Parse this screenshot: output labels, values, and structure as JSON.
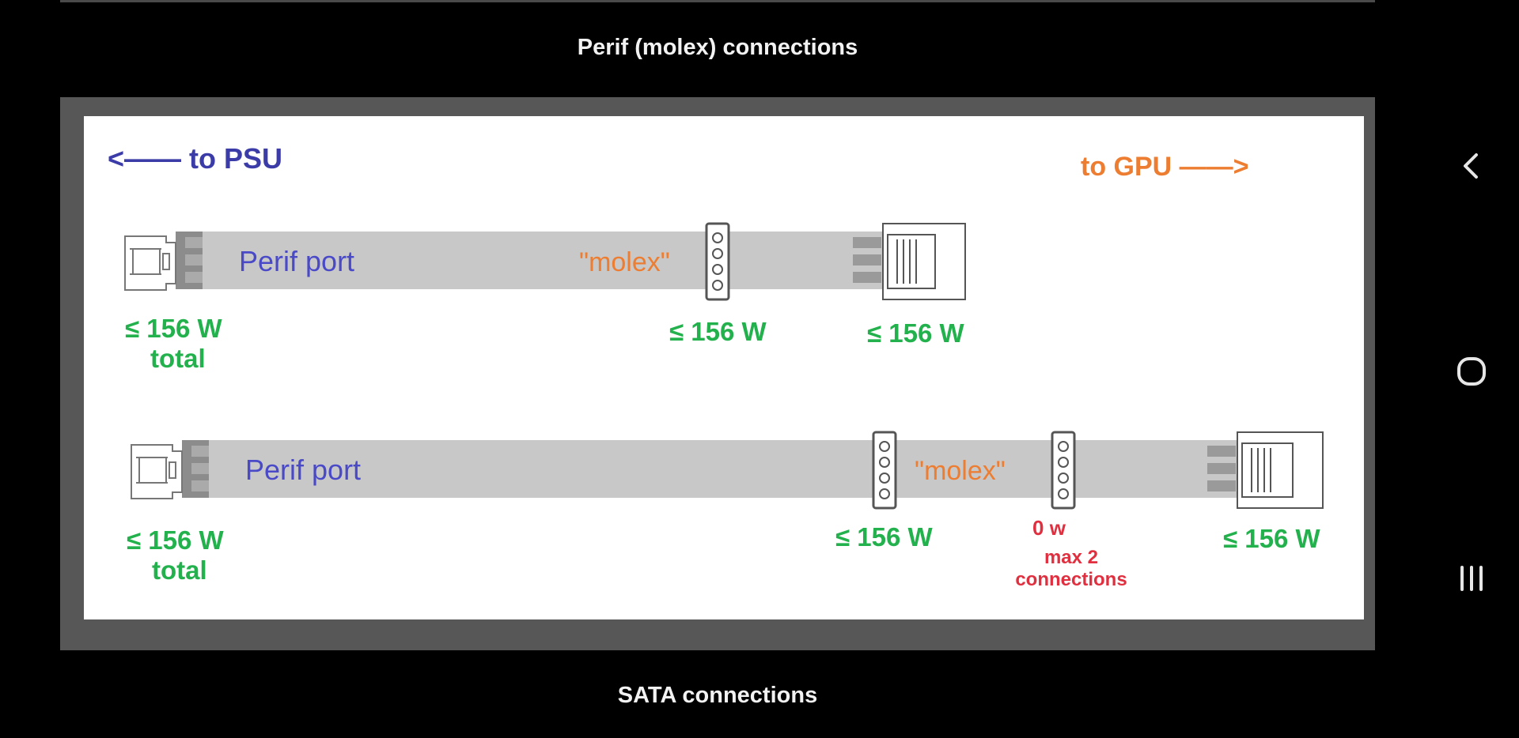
{
  "top_caption": "Perif (molex) connections",
  "bottom_caption": "SATA connections",
  "diagram": {
    "to_psu": "<—— to PSU",
    "to_gpu": "to GPU ——>",
    "row1": {
      "port_label": "Perif port",
      "molex_label": "\"molex\"",
      "left_watt": "≤ 156 W",
      "left_total": "total",
      "mid_watt": "≤ 156 W",
      "right_watt": "≤ 156 W"
    },
    "row2": {
      "port_label": "Perif port",
      "molex_label": "\"molex\"",
      "left_watt": "≤ 156 W",
      "left_total": "total",
      "mid_watt": "≤ 156 W",
      "zero_watt": "0 w",
      "max_line1": "max 2",
      "max_line2": "connections",
      "right_watt": "≤ 156 W"
    },
    "colors": {
      "psu_arrow": "#3c3ca8",
      "gpu_arrow": "#ed7d31",
      "port_text": "#4a4ac8",
      "molex_text": "#ed7d31",
      "watt_text": "#22b14c",
      "warn_text": "#e03040",
      "cable": "#c8c8c8"
    }
  },
  "nav": {
    "back_icon": "chevron-left-icon",
    "home_icon": "home-circle-icon",
    "recents_icon": "recents-bars-icon"
  }
}
